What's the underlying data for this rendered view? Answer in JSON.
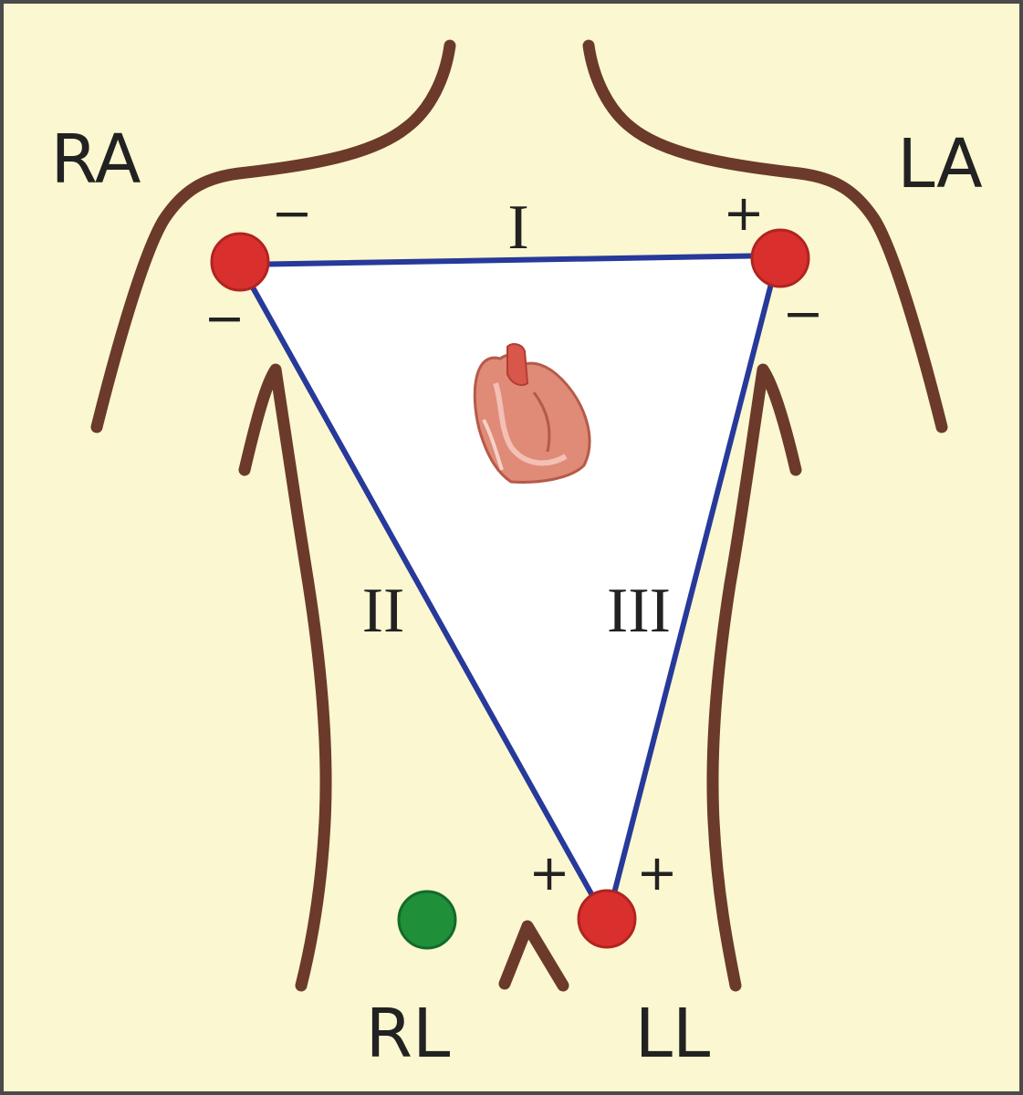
{
  "colors": {
    "background": "#fbf7d0",
    "border": "#4a4a4a",
    "body_outline": "#6b3a2a",
    "triangle_fill": "#ffffff",
    "triangle_edge": "#27399a",
    "electrode_limb": "#d9302e",
    "electrode_ground": "#1f8f3a",
    "text": "#222222"
  },
  "electrodes": {
    "ra": {
      "label": "RA"
    },
    "la": {
      "label": "LA"
    },
    "rl": {
      "label": "RL"
    },
    "ll": {
      "label": "LL"
    }
  },
  "leads": {
    "lead_1": {
      "label": "I"
    },
    "lead_2": {
      "label": "II"
    },
    "lead_3": {
      "label": "III"
    }
  },
  "polarity": {
    "ra_lead1": "−",
    "ra_lead2": "−",
    "la_lead1": "+",
    "la_lead3": "−",
    "ll_lead2": "+",
    "ll_lead3": "+"
  },
  "icons": {
    "heart": "heart-icon"
  }
}
